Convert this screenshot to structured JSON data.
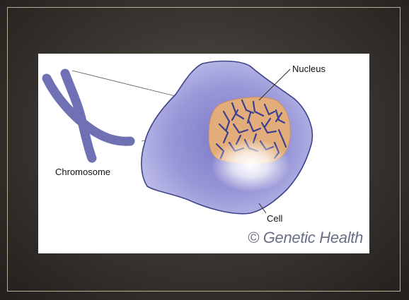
{
  "slide": {
    "background_color": "#3c3834",
    "border_color": "#b9ad95"
  },
  "diagram": {
    "labels": {
      "chromosome": "Chromosome",
      "nucleus": "Nucleus",
      "cell": "Cell"
    },
    "credit": "© Genetic Health",
    "colors": {
      "cell_fill": "#a8a8df",
      "cell_outline": "#3e4488",
      "nucleus_fill": "#e2ad7a",
      "chromatin": "#3b3f90",
      "chromosome": "#7070b4"
    }
  }
}
